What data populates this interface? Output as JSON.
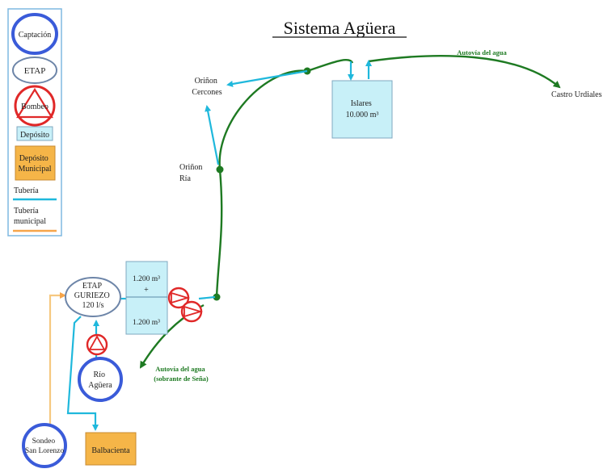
{
  "title": "Sistema Agüera",
  "legend": {
    "captacion": "Captación",
    "etap": "ETAP",
    "bombeo": "Bombeo",
    "deposito": "Depósito",
    "deposito_municipal": [
      "Depósito",
      "Municipal"
    ],
    "tuberia": "Tubería",
    "tuberia_municipal": [
      "Tubería",
      "municipal"
    ]
  },
  "nodes": {
    "orinon_cercones": [
      "Oriñon",
      "Cercones"
    ],
    "orinon_ria": [
      "Oriñon",
      "Ría"
    ],
    "islares": [
      "Islares",
      "10.000 m³"
    ],
    "castro_urdiales": "Castro Urdiales",
    "etap_guriezo": [
      "ETAP",
      "GURIEZO",
      "120 l/s"
    ],
    "deposito_top": "1.200 m³",
    "deposito_plus": "+",
    "deposito_bottom": "1.200 m³",
    "rio_aguera": [
      "Río",
      "Agüera"
    ],
    "sondeo": [
      "Sondeo",
      "San Lorenzo"
    ],
    "balbacienta": "Balbacienta"
  },
  "labels": {
    "autovia_top": "Autovía del agua",
    "autovia_bottom": [
      "Autovía del agua",
      "(sobrante de Seña)"
    ]
  },
  "colors": {
    "pipe": "#1fb8dc",
    "municipal_pipe": "#f6a54a",
    "autovia": "#1e7a22",
    "captacion": "#3a5bd9",
    "etap": "#6d85a8",
    "bombeo": "#e02828",
    "deposito_fill": "#c8f0f8",
    "deposito_municipal_fill": "#f5b548",
    "legend_border": "#7fb8e0"
  }
}
